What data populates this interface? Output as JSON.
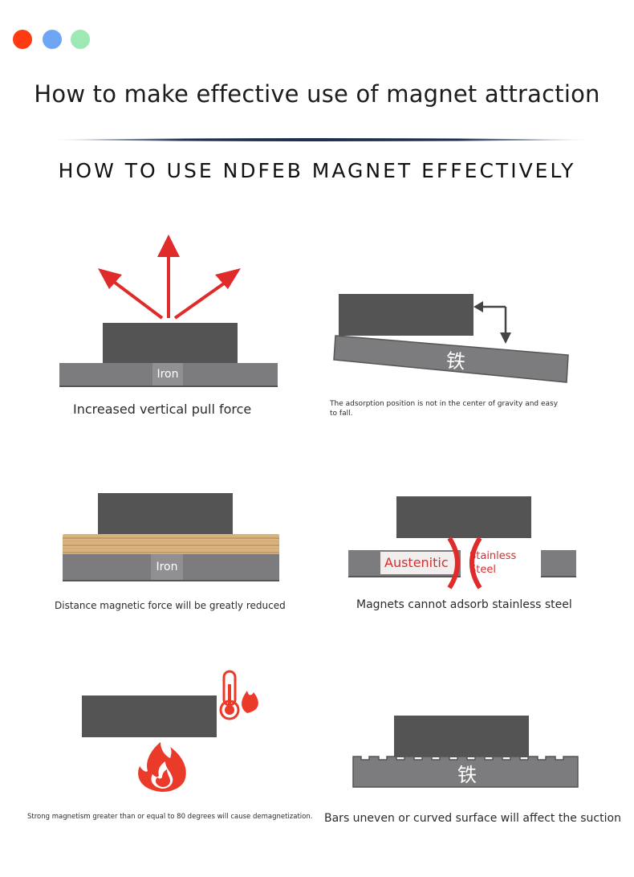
{
  "window_dots": [
    {
      "name": "red",
      "color": "#ff3b14"
    },
    {
      "name": "blue",
      "color": "#6ea6f5"
    },
    {
      "name": "green",
      "color": "#9ee8b4"
    }
  ],
  "title": "How to make effective use of magnet attraction",
  "subtitle": "HOW TO USE NDFEB MAGNET EFFECTIVELY",
  "panels": {
    "vertical": {
      "plate_label": "Iron",
      "caption": "Increased vertical pull force"
    },
    "tilted": {
      "plate_label": "铁",
      "caption_line1": "The adsorption position is not in the center of gravity and easy",
      "caption_line2": "to fall."
    },
    "distance": {
      "plate_label": "Iron",
      "caption": "Distance magnetic force will be greatly reduced"
    },
    "stainless": {
      "left_label": "Austenitic",
      "right_label_1": "Stainless",
      "right_label_2": "Steel",
      "caption": "Magnets cannot adsorb stainless steel"
    },
    "heat": {
      "caption": "Strong magnetism greater than or equal to 80 degrees will cause demagnetization."
    },
    "uneven": {
      "plate_label": "铁",
      "caption": "Bars uneven or curved surface will affect the suction"
    }
  },
  "colors": {
    "magnet": "#545454",
    "plate": "#7c7c7e",
    "arrow": "#e02b2b",
    "fire": "#ea3a2a",
    "wood": "#d8b27d",
    "accent_red": "#d42f2f"
  }
}
